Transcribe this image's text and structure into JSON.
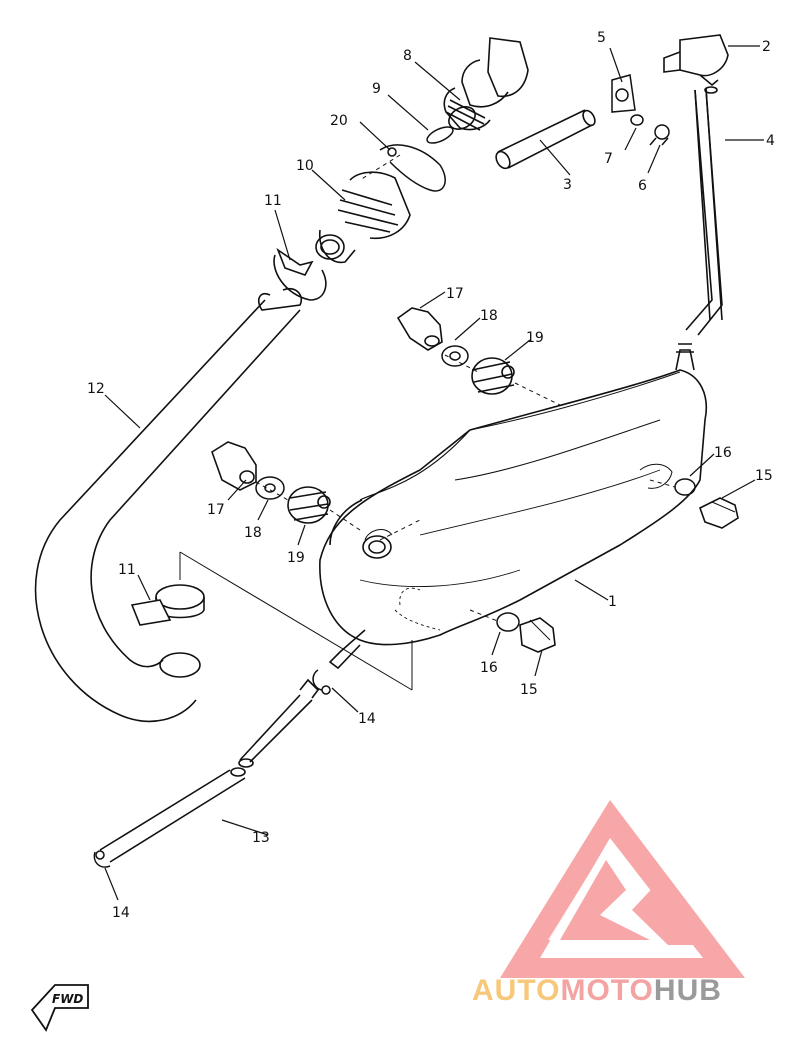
{
  "diagram": {
    "callouts": [
      {
        "id": "c1",
        "text": "1"
      },
      {
        "id": "c2",
        "text": "2"
      },
      {
        "id": "c3",
        "text": "3"
      },
      {
        "id": "c4",
        "text": "4"
      },
      {
        "id": "c5",
        "text": "5"
      },
      {
        "id": "c6",
        "text": "6"
      },
      {
        "id": "c7",
        "text": "7"
      },
      {
        "id": "c8",
        "text": "8"
      },
      {
        "id": "c9",
        "text": "9"
      },
      {
        "id": "c10",
        "text": "10"
      },
      {
        "id": "c11a",
        "text": "11"
      },
      {
        "id": "c11b",
        "text": "11"
      },
      {
        "id": "c12",
        "text": "12"
      },
      {
        "id": "c13",
        "text": "13"
      },
      {
        "id": "c14a",
        "text": "14"
      },
      {
        "id": "c14b",
        "text": "14"
      },
      {
        "id": "c15a",
        "text": "15"
      },
      {
        "id": "c15b",
        "text": "15"
      },
      {
        "id": "c16a",
        "text": "16"
      },
      {
        "id": "c16b",
        "text": "16"
      },
      {
        "id": "c17a",
        "text": "17"
      },
      {
        "id": "c17b",
        "text": "17"
      },
      {
        "id": "c18a",
        "text": "18"
      },
      {
        "id": "c18b",
        "text": "18"
      },
      {
        "id": "c19a",
        "text": "19"
      },
      {
        "id": "c19b",
        "text": "19"
      },
      {
        "id": "c20",
        "text": "20"
      }
    ],
    "direction_marker": "FWD"
  },
  "watermark": {
    "part1": "AUTO",
    "part2": "MOTO",
    "part3": "HUB",
    "colors": {
      "auto": "#f7c77a",
      "moto": "#f4a3a3",
      "hub": "#9a9a9a",
      "triangle": "#f7a0a0"
    }
  }
}
